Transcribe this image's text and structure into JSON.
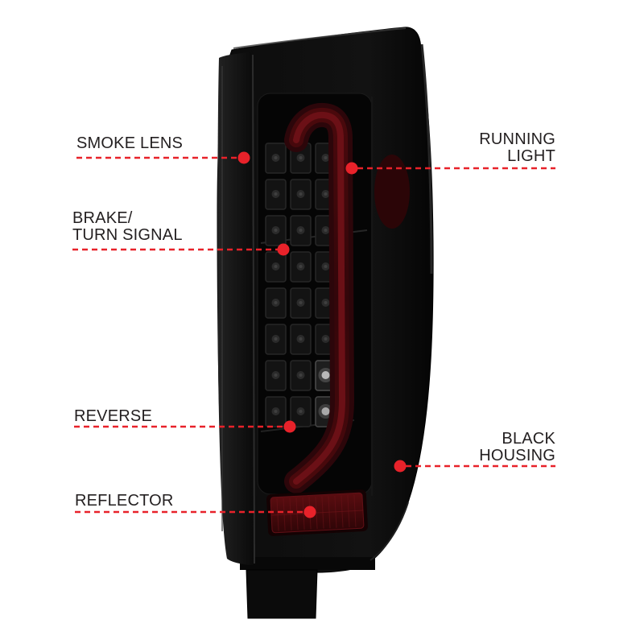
{
  "page": {
    "description": "Annotated product diagram of a smoked LED tail light with red light bar",
    "background_color": "#ffffff"
  },
  "accent": {
    "callout_color": "#e8222a",
    "text_color": "#231f20"
  },
  "product": {
    "illustration": "led-tail-light"
  },
  "callouts": {
    "smoke_lens": {
      "label": "SMOKE LENS"
    },
    "running_light": {
      "line1": "RUNNING",
      "line2": "LIGHT"
    },
    "brake_turn_signal": {
      "line1": "BRAKE/",
      "line2": "TURN SIGNAL"
    },
    "reverse": {
      "label": "REVERSE"
    },
    "black_housing": {
      "line1": "BLACK",
      "line2": "HOUSING"
    },
    "reflector": {
      "label": "REFLECTOR"
    }
  }
}
